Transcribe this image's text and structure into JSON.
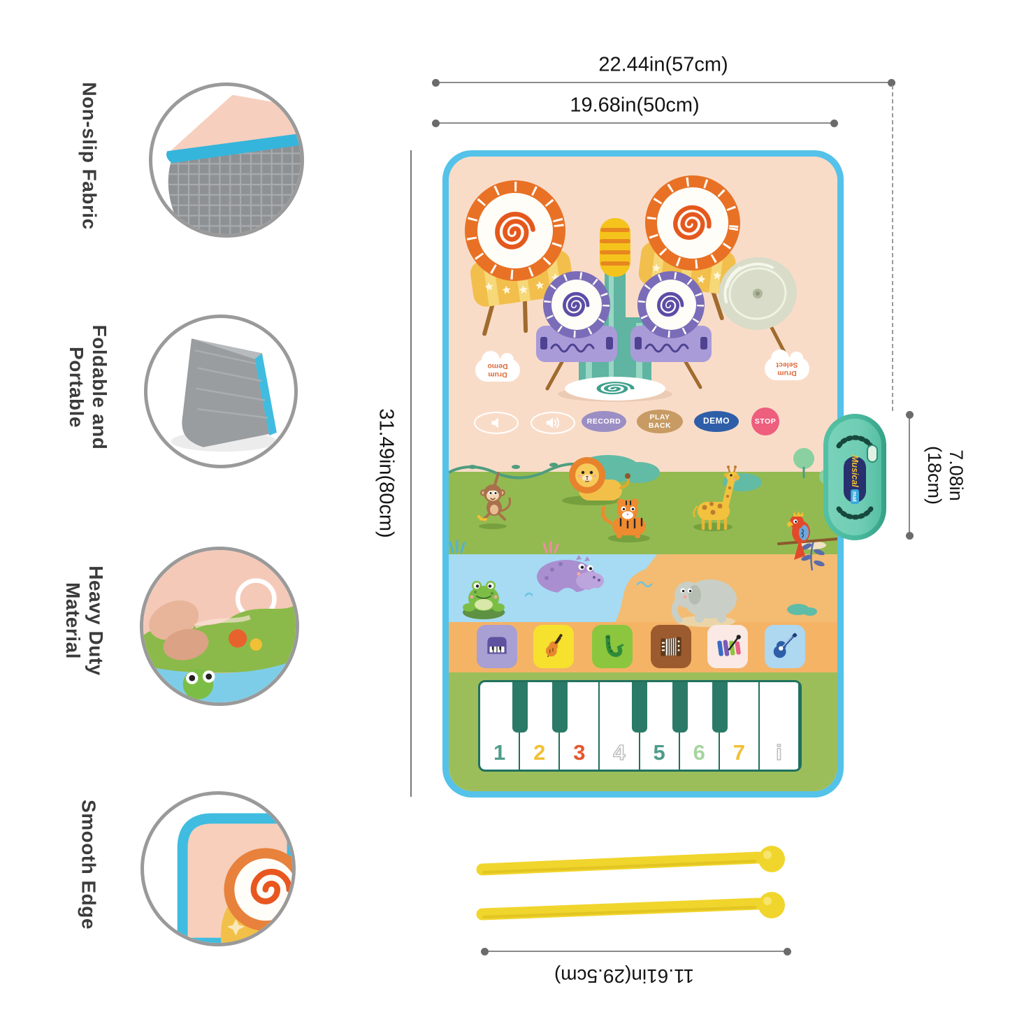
{
  "features": [
    {
      "label": "Non-slip Fabric"
    },
    {
      "label": "Foldable and\nPortable"
    },
    {
      "label": "Heavy Duty\nMaterial"
    },
    {
      "label": "Smooth Edge"
    }
  ],
  "dimensions": {
    "overall_width": "22.44in(57cm)",
    "mat_width": "19.68in(50cm)",
    "mat_height": "31.49in(80cm)",
    "speaker_height": "7.08in (18cm)",
    "drumsticks_length": "11.61in(29.5cm)"
  },
  "mat": {
    "drum_labels": {
      "demo": "Drum Demo",
      "select": "Drum Select"
    },
    "volume_icons": [
      "volume-quiet-icon",
      "volume-loud-icon"
    ],
    "buttons": [
      {
        "label": "RECORD",
        "color": "#9B8EC4"
      },
      {
        "label": "PLAY BACK",
        "color": "#C79B63"
      },
      {
        "label": "DEMO",
        "color": "#2E5EA8"
      },
      {
        "label": "STOP",
        "color": "#EE5E7D"
      }
    ],
    "instrument_tiles": [
      {
        "name": "piano",
        "tile_color": "#A89FD3"
      },
      {
        "name": "violin",
        "tile_color": "#F5E12E"
      },
      {
        "name": "saxophone",
        "tile_color": "#8CC63E"
      },
      {
        "name": "accordion",
        "tile_color": "#9C5B2E"
      },
      {
        "name": "xylophone",
        "tile_color": "#FAE9E4"
      },
      {
        "name": "guitar",
        "tile_color": "#AED7F0"
      }
    ],
    "keyboard_keys": [
      {
        "label": "1",
        "color": "#4E9C8B"
      },
      {
        "label": "2",
        "color": "#F2C034"
      },
      {
        "label": "3",
        "color": "#E6562B"
      },
      {
        "label": "4",
        "color": "#FFFFFF"
      },
      {
        "label": "5",
        "color": "#4E9C8B"
      },
      {
        "label": "6",
        "color": "#A7D4A0"
      },
      {
        "label": "7",
        "color": "#F2C034"
      },
      {
        "label": "i",
        "color": "#FFFFFF"
      }
    ],
    "speaker": {
      "brand_top": "Musical",
      "brand_bottom": "mat"
    }
  },
  "colors": {
    "mat_border": "#54C2E9",
    "mat_bg": "#F9DCC8",
    "grass": "#93BA51",
    "water": "#A6DBF3",
    "sand": "#F3BC72",
    "instrument_band": "#F5B366",
    "keyboard_band": "#9CBE5A",
    "cloud_text": "#DC6B3B",
    "speaker_body": "#49B89D",
    "drumstick": "#F0D52C"
  }
}
